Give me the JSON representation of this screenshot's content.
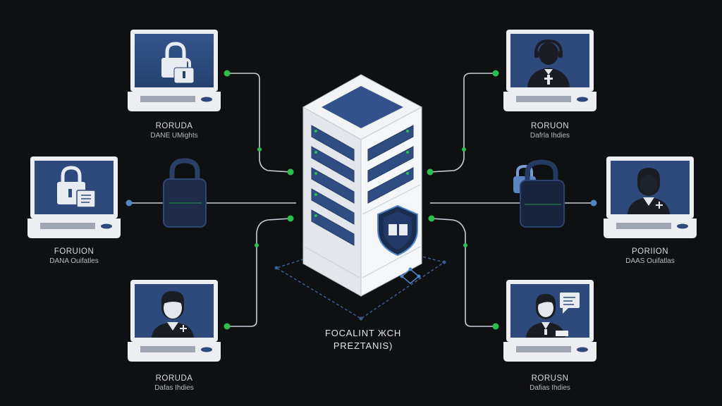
{
  "theme": {
    "background": "#0f1012",
    "screen": "#2e4a7c",
    "accent_green": "#2bbf4f",
    "accent_blue": "#4f86c6",
    "device_white": "#eceef1"
  },
  "center": {
    "label_line1": "FOCALINT ЖCH",
    "label_line2": "PREZTANIS)",
    "icon": "server-rack-icon",
    "badge_icon": "shield-icon"
  },
  "nodes": [
    {
      "id": "top-left",
      "name": "RORUDA",
      "sub": "DANE UMights",
      "icon": "padlock-icon"
    },
    {
      "id": "mid-left",
      "name": "FORUION",
      "sub": "DANA Ouifatles",
      "icon": "padlock-document-icon"
    },
    {
      "id": "bottom-left",
      "name": "RORUDA",
      "sub": "Dafas Ihdies",
      "icon": "user-icon"
    },
    {
      "id": "top-right",
      "name": "RORUON",
      "sub": "Dafrla Ihdies",
      "icon": "headset-user-icon"
    },
    {
      "id": "mid-right",
      "name": "PORIION",
      "sub": "DAAS Ouifatlas",
      "icon": "user-icon"
    },
    {
      "id": "bottom-right",
      "name": "RORUSN",
      "sub": "Dafias Ihdies",
      "icon": "user-chat-icon"
    }
  ],
  "connectors": {
    "left_lock_icon": "padlock-icon",
    "right_lock_icon": "padlock-icon"
  }
}
